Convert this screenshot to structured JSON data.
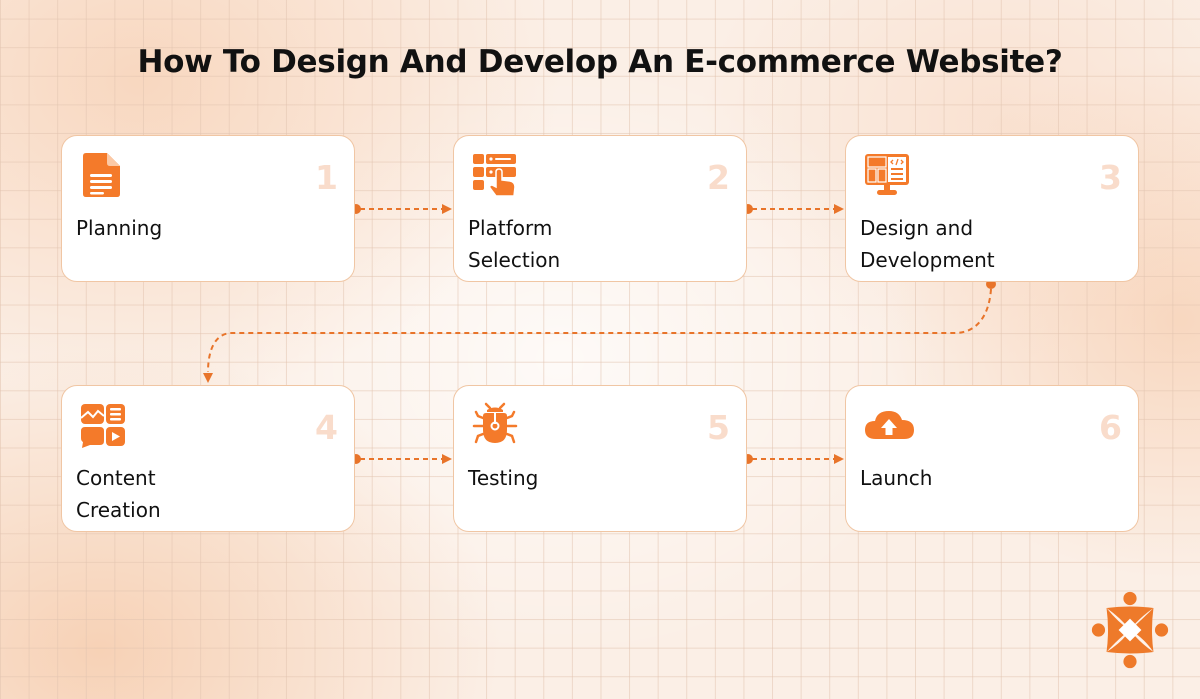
{
  "title": "How To Design And Develop An E-commerce Website?",
  "accent_color": "#f47a2a",
  "number_color": "#f9dccb",
  "steps": [
    {
      "number": "1",
      "label": "Planning",
      "icon": "document-icon"
    },
    {
      "number": "2",
      "label": "Platform\nSelection",
      "icon": "platform-select-icon"
    },
    {
      "number": "3",
      "label": "Design and\nDevelopment",
      "icon": "monitor-code-icon"
    },
    {
      "number": "4",
      "label": "Content\nCreation",
      "icon": "content-media-icon"
    },
    {
      "number": "5",
      "label": "Testing",
      "icon": "bug-icon"
    },
    {
      "number": "6",
      "label": "Launch",
      "icon": "cloud-upload-icon"
    }
  ],
  "connections": [
    {
      "from": "1",
      "to": "2"
    },
    {
      "from": "2",
      "to": "3"
    },
    {
      "from": "3",
      "to": "4"
    },
    {
      "from": "4",
      "to": "5"
    },
    {
      "from": "5",
      "to": "6"
    }
  ],
  "logo": "brand-logo-icon"
}
